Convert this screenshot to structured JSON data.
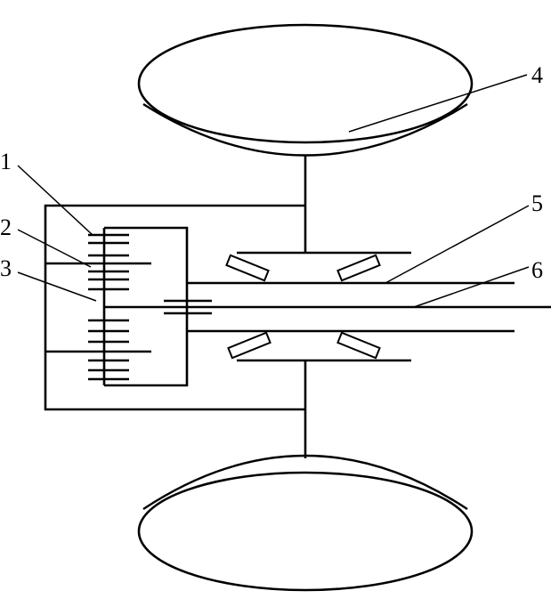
{
  "callouts": [
    {
      "id": "1",
      "text": "1"
    },
    {
      "id": "2",
      "text": "2"
    },
    {
      "id": "3",
      "text": "3"
    },
    {
      "id": "4",
      "text": "4"
    },
    {
      "id": "5",
      "text": "5"
    },
    {
      "id": "6",
      "text": "6"
    }
  ],
  "colors": {
    "stroke": "#000000",
    "background": "#ffffff"
  }
}
